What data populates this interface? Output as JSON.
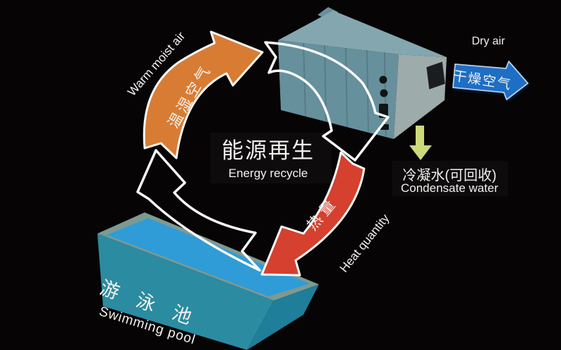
{
  "background_color": "#060404",
  "title": {
    "zh": "能源再生",
    "en": "Energy recycle"
  },
  "labels": {
    "warm_moist_air": {
      "zh": "温湿空气",
      "en": "Warm moist air"
    },
    "dry_air": {
      "zh": "干燥空气",
      "en": "Dry air"
    },
    "condensate": {
      "zh": "冷凝水(可回收)",
      "en": "Condensate water"
    },
    "heat": {
      "zh": "热量",
      "en": "Heat quantity"
    },
    "pool": {
      "zh": "游泳池",
      "en": "Swimming pool"
    }
  },
  "colors": {
    "warm_moist_air_arrow": "#d87c34",
    "heat_arrow": "#d5402f",
    "dry_air_arrow": "#1d6ec5",
    "condensate_arrow": "#cdd97b",
    "cycle_arrow_outline": "#fafafa",
    "device_top": "#84a7af",
    "device_front": "#67909d",
    "device_side": "#9dabaa",
    "device_vent": "#1a1d1f",
    "pool_rim": "#7d9a92",
    "pool_water": "#2f9cd8",
    "pool_front": "#2b8ba1",
    "pool_side": "#1f7e99",
    "text": "#f4f2f0"
  }
}
